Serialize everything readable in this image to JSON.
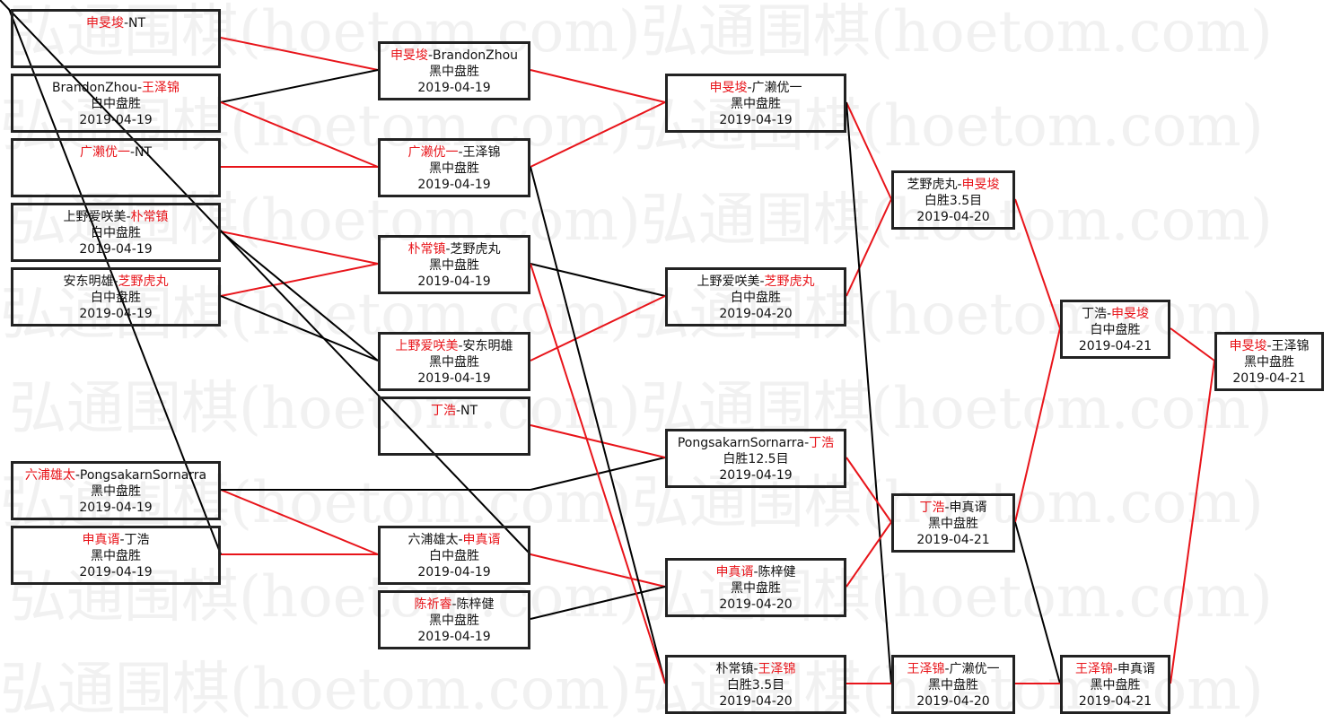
{
  "watermark": "弘通围棋(hoetom.com)",
  "colors": {
    "winner": "#e8141a",
    "line_win": "#e8141a",
    "line_loss": "#000000"
  },
  "rounds": [
    {
      "matches": [
        {
          "a": "申旻埈",
          "b": "NT",
          "winner": "a",
          "result": "",
          "date": ""
        },
        {
          "a": "BrandonZhou",
          "b": "王泽锦",
          "winner": "b",
          "result": "白中盘胜",
          "date": "2019-04-19"
        },
        {
          "a": "广濑优一",
          "b": "NT",
          "winner": "a",
          "result": "",
          "date": ""
        },
        {
          "a": "上野爱咲美",
          "b": "朴常镇",
          "winner": "b",
          "result": "白中盘胜",
          "date": "2019-04-19"
        },
        {
          "a": "安东明雄",
          "b": "芝野虎丸",
          "winner": "b",
          "result": "白中盘胜",
          "date": "2019-04-19"
        },
        {
          "a": "六浦雄太",
          "b": "PongsakarnSornarra",
          "winner": "a",
          "result": "黑中盘胜",
          "date": "2019-04-19"
        },
        {
          "a": "申真谞",
          "b": "丁浩",
          "winner": "a",
          "result": "黑中盘胜",
          "date": "2019-04-19"
        }
      ]
    },
    {
      "matches": [
        {
          "a": "申旻埈",
          "b": "BrandonZhou",
          "winner": "a",
          "result": "黑中盘胜",
          "date": "2019-04-19"
        },
        {
          "a": "广濑优一",
          "b": "王泽锦",
          "winner": "a",
          "result": "黑中盘胜",
          "date": "2019-04-19"
        },
        {
          "a": "朴常镇",
          "b": "芝野虎丸",
          "winner": "a",
          "result": "黑中盘胜",
          "date": "2019-04-19"
        },
        {
          "a": "上野爱咲美",
          "b": "安东明雄",
          "winner": "a",
          "result": "黑中盘胜",
          "date": "2019-04-19"
        },
        {
          "a": "丁浩",
          "b": "NT",
          "winner": "a",
          "result": "",
          "date": ""
        },
        {
          "a": "六浦雄太",
          "b": "申真谞",
          "winner": "b",
          "result": "白中盘胜",
          "date": "2019-04-19"
        },
        {
          "a": "陈祈睿",
          "b": "陈梓健",
          "winner": "a",
          "result": "黑中盘胜",
          "date": "2019-04-19"
        }
      ]
    },
    {
      "matches": [
        {
          "a": "申旻埈",
          "b": "广濑优一",
          "winner": "a",
          "result": "黑中盘胜",
          "date": "2019-04-19"
        },
        {
          "a": "上野爱咲美",
          "b": "芝野虎丸",
          "winner": "b",
          "result": "白中盘胜",
          "date": "2019-04-20"
        },
        {
          "a": "PongsakarnSornarra",
          "b": "丁浩",
          "winner": "b",
          "result": "白胜12.5目",
          "date": "2019-04-19"
        },
        {
          "a": "申真谞",
          "b": "陈梓健",
          "winner": "a",
          "result": "黑中盘胜",
          "date": "2019-04-20"
        },
        {
          "a": "朴常镇",
          "b": "王泽锦",
          "winner": "b",
          "result": "白胜3.5目",
          "date": "2019-04-20"
        }
      ]
    },
    {
      "matches": [
        {
          "a": "芝野虎丸",
          "b": "申旻埈",
          "winner": "b",
          "result": "白胜3.5目",
          "date": "2019-04-20"
        },
        {
          "a": "丁浩",
          "b": "申真谞",
          "winner": "a",
          "result": "黑中盘胜",
          "date": "2019-04-21"
        },
        {
          "a": "王泽锦",
          "b": "广濑优一",
          "winner": "a",
          "result": "黑中盘胜",
          "date": "2019-04-20"
        }
      ]
    },
    {
      "matches": [
        {
          "a": "丁浩",
          "b": "申旻埈",
          "winner": "b",
          "result": "白中盘胜",
          "date": "2019-04-21"
        },
        {
          "a": "王泽锦",
          "b": "申真谞",
          "winner": "a",
          "result": "黑中盘胜",
          "date": "2019-04-21"
        }
      ]
    },
    {
      "matches": [
        {
          "a": "申旻埈",
          "b": "王泽锦",
          "winner": "a",
          "result": "黑中盘胜",
          "date": "2019-04-21"
        }
      ]
    }
  ]
}
